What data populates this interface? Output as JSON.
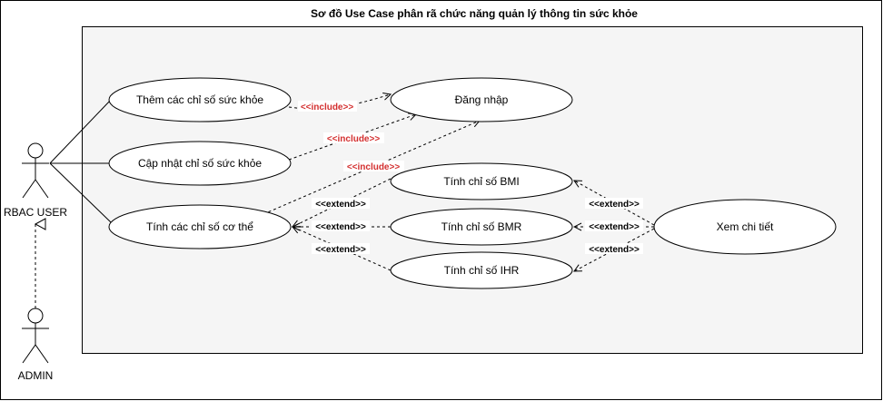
{
  "title": "Sơ đồ Use Case phân rã chức năng quản lý thông tin sức khỏe",
  "actors": {
    "rbac_user": "RBAC USER",
    "admin": "ADMIN"
  },
  "use_cases": {
    "them": "Thêm các chỉ số sức khỏe",
    "capnhat": "Cập nhật chỉ số sức khỏe",
    "tinh": "Tính các chỉ số cơ thể",
    "dangnhap": "Đăng nhập",
    "bmi": "Tính chỉ số BMI",
    "bmr": "Tính chỉ số BMR",
    "ihr": "Tính chỉ số IHR",
    "xem": "Xem chi tiết"
  },
  "relations": {
    "include_1": "<<include>>",
    "include_2": "<<include>>",
    "include_3": "<<include>>",
    "extend_bmi": "<<extend>>",
    "extend_bmr": "<<extend>>",
    "extend_ihr": "<<extend>>",
    "extend_xem_bmi": "<<extend>>",
    "extend_xem_bmr": "<<extend>>",
    "extend_xem_ihr": "<<extend>>"
  },
  "colors": {
    "include": "#d32f2f",
    "line": "#000000",
    "system_fill": "#f5f5f5"
  }
}
